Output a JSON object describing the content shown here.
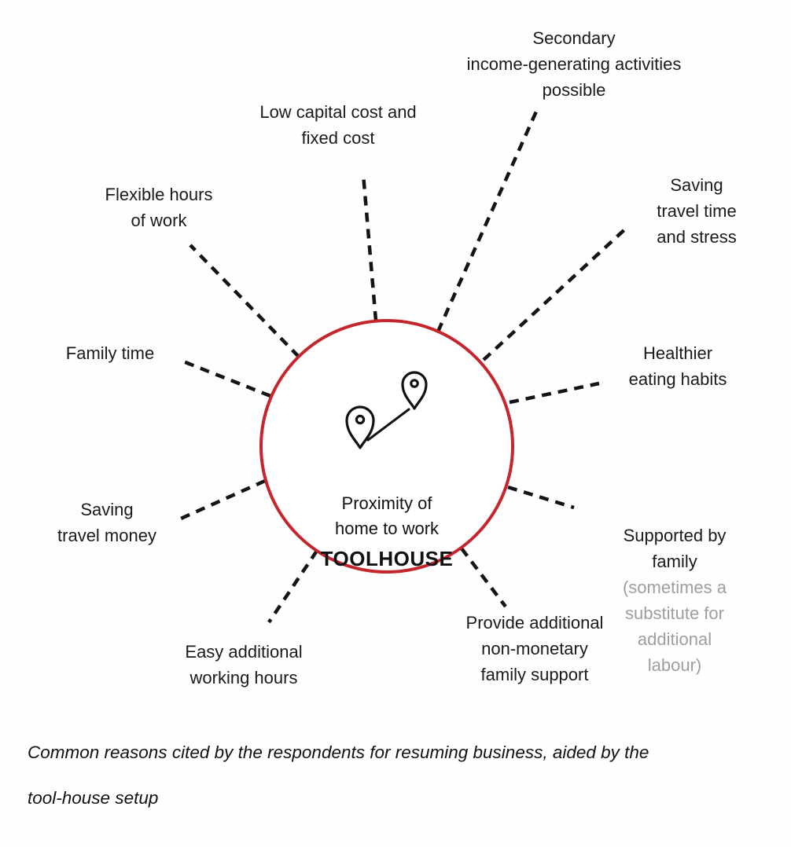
{
  "colors": {
    "accent_red": "#c5262d",
    "text": "#1a1a1a",
    "muted": "#9e9e9e",
    "line": "#141414"
  },
  "center": {
    "subtitle": "Proximity of\nhome to work",
    "title": "TOOLHOUSE",
    "icon": "map-pins-route-icon"
  },
  "labels": {
    "secondary_income": "Secondary\nincome-generating activities\npossible",
    "low_capital": "Low capital cost and\nfixed cost",
    "flexible_hours": "Flexible hours\nof work",
    "family_time": "Family time",
    "saving_travel_money": "Saving\ntravel money",
    "easy_additional_hours": "Easy additional\nworking hours",
    "provide_family_support": "Provide additional\nnon-monetary\nfamily support",
    "supported_by_family": "Supported by family",
    "supported_by_family_note": "(sometimes a\nsubstitute for\nadditional labour)",
    "healthier_eating": "Healthier\neating habits",
    "saving_travel_time": "Saving travel time\nand stress"
  },
  "caption": "Common reasons cited by the respondents for resuming business, aided by the\ntool-house setup"
}
